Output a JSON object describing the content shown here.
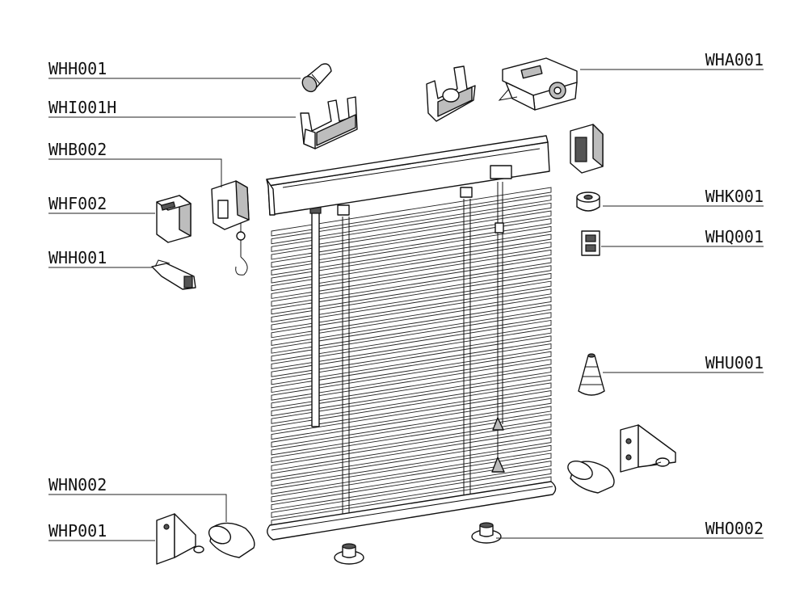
{
  "diagram": {
    "labels": {
      "whh001_top": "WHH001",
      "whi001h": "WHI001H",
      "whb002": "WHB002",
      "whf002": "WHF002",
      "whh001_mid": "WHH001",
      "whn002": "WHN002",
      "whp001": "WHP001",
      "wha001": "WHA001",
      "whk001": "WHK001",
      "whq001": "WHQ001",
      "whu001": "WHU001",
      "who002": "WHO002"
    }
  }
}
